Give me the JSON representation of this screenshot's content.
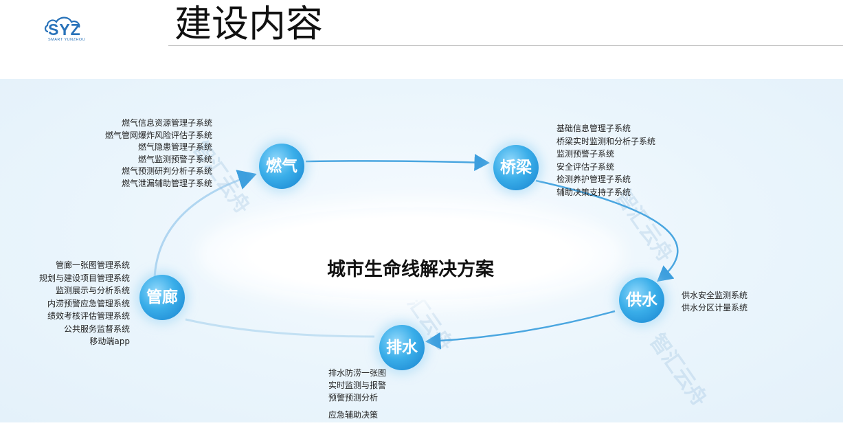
{
  "header": {
    "title": "建设内容",
    "logo_text": "SYZ",
    "logo_subtitle": "SMART YUNZHOU"
  },
  "diagram": {
    "center_title": "城市生命线解决方案",
    "nodes": {
      "gas": {
        "label": "燃气",
        "items": [
          "燃气信息资源管理子系统",
          "燃气管网爆炸风险评估子系统",
          "燃气隐患管理子系统",
          "燃气监测预警子系统",
          "燃气预测研判分析子系统",
          "燃气泄漏辅助管理子系统"
        ]
      },
      "bridge": {
        "label": "桥梁",
        "items": [
          "基础信息管理子系统",
          "桥梁实时监测和分析子系统",
          "监测预警子系统",
          "安全评估子系统",
          "检测养护管理子系统",
          "辅助决策支持子系统"
        ]
      },
      "water_supply": {
        "label": "供水",
        "items": [
          "供水安全监测系统",
          "供水分区计量系统"
        ]
      },
      "drainage": {
        "label": "排水",
        "items": [
          "排水防涝一张图",
          "实时监测与报警",
          "预警预测分析",
          "应急辅助决策"
        ]
      },
      "pipe_gallery": {
        "label": "管廊",
        "items": [
          "管廊一张图管理系统",
          "规划与建设项目管理系统",
          "监测展示与分析系统",
          "内涝预警应急管理系统",
          "绩效考核评估管理系统",
          "公共服务监督系统",
          "移动端app"
        ]
      }
    },
    "watermark_text": "智汇云舟"
  },
  "colors": {
    "node_blue": "#1f8fdb",
    "arrow_blue": "#3d9fde",
    "logo_blue": "#2872b9"
  }
}
